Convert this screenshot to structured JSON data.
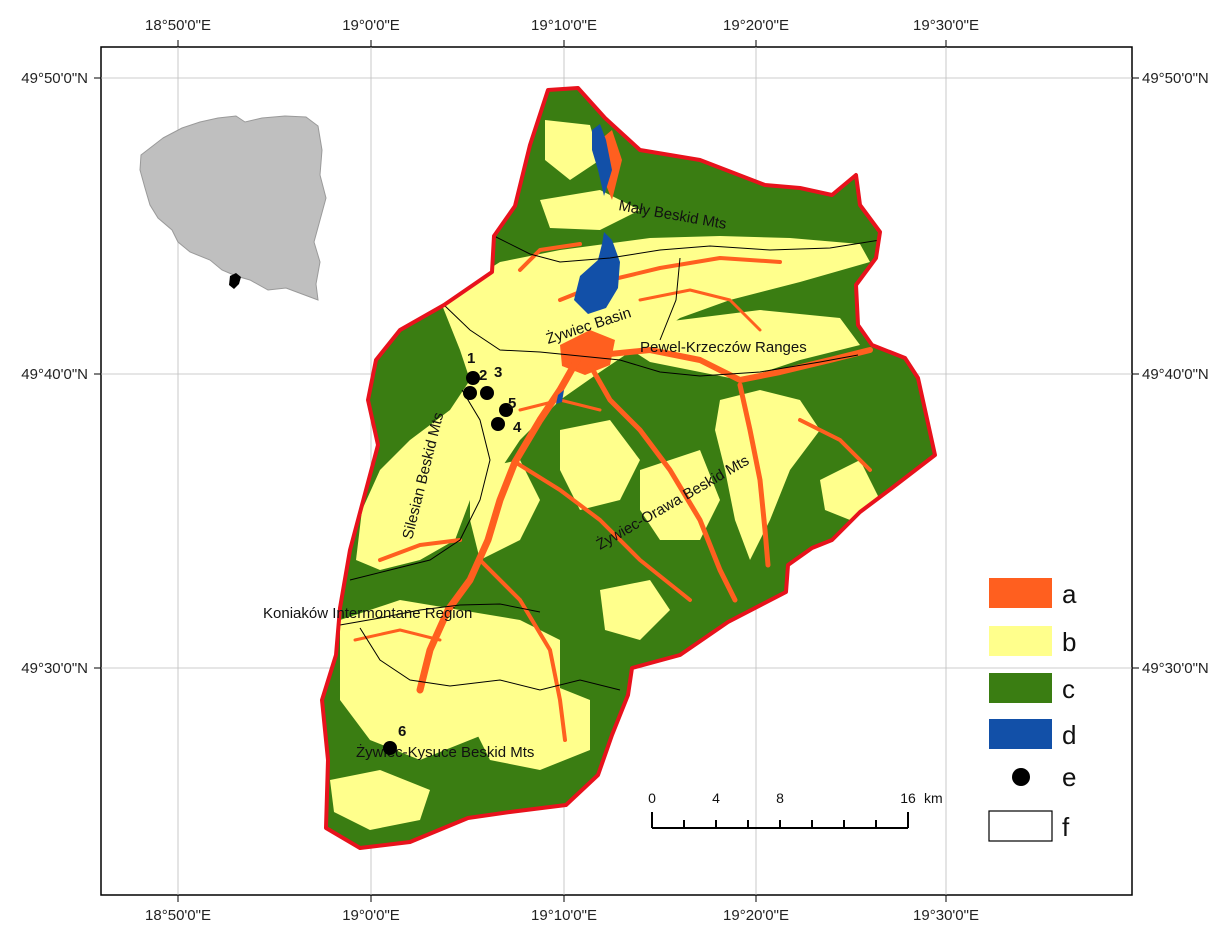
{
  "map": {
    "longitude_labels": [
      "18°50'0\"E",
      "19°0'0\"E",
      "19°10'0\"E",
      "19°20'0\"E",
      "19°30'0\"E"
    ],
    "latitude_labels": [
      "49°50'0\"N",
      "49°40'0\"N",
      "49°30'0\"N"
    ],
    "regions": [
      "Mały Beskid Mts",
      "Żywiec Basin",
      "Pewel-Krzeczów Ranges",
      "Silesian Beskid Mts",
      "Żywiec-Orawa Beskid Mts",
      "Koniaków Intermontane Region",
      "Żywiec-Kysuce Beskid Mts"
    ],
    "sites": [
      "1",
      "2",
      "3",
      "4",
      "5",
      "6"
    ],
    "scale": {
      "ticks": [
        "0",
        "4",
        "8",
        "16"
      ],
      "unit": "km"
    },
    "legend": [
      {
        "key": "a",
        "color": "#ff5f1f"
      },
      {
        "key": "b",
        "color": "#ffff8c"
      },
      {
        "key": "c",
        "color": "#3a7d12"
      },
      {
        "key": "d",
        "color": "#1250a8"
      },
      {
        "key": "e",
        "color": "#000000"
      },
      {
        "key": "f",
        "color": "#ffffff"
      }
    ],
    "boundary_color": "#e8121c"
  }
}
